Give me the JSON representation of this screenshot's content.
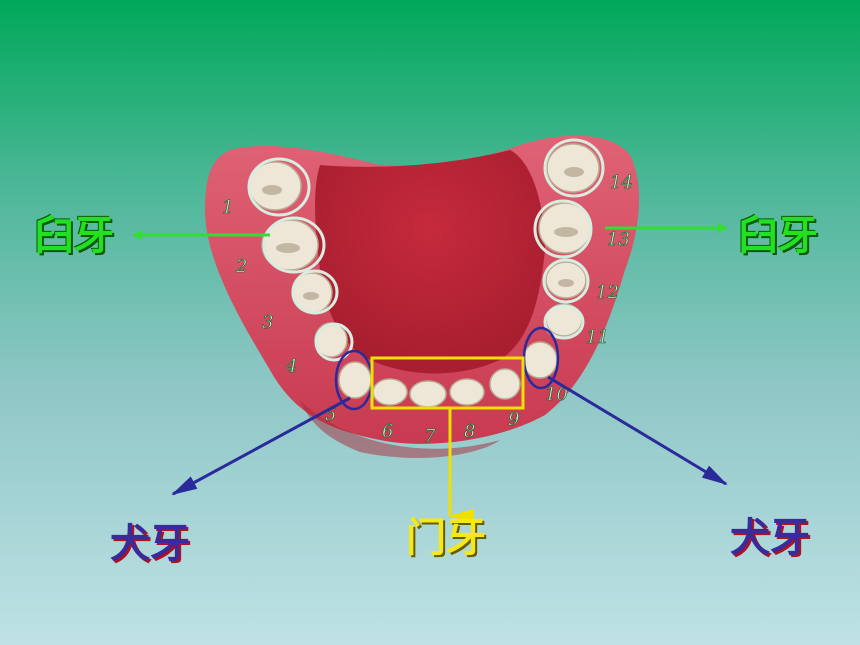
{
  "labels": {
    "molar_left": "臼牙",
    "molar_right": "臼牙",
    "canine_left": "犬牙",
    "canine_right": "犬牙",
    "incisor": "门牙"
  },
  "tooth_numbers": [
    "1",
    "2",
    "3",
    "4",
    "5",
    "6",
    "7",
    "8",
    "9",
    "10",
    "11",
    "12",
    "13",
    "14"
  ],
  "colors": {
    "molar": "#22e022",
    "canine": "#2a2a9a",
    "incisor": "#f5e81a",
    "gum": "#d24a5c",
    "palate": "#c23040",
    "tooth": "#eee6d6"
  }
}
